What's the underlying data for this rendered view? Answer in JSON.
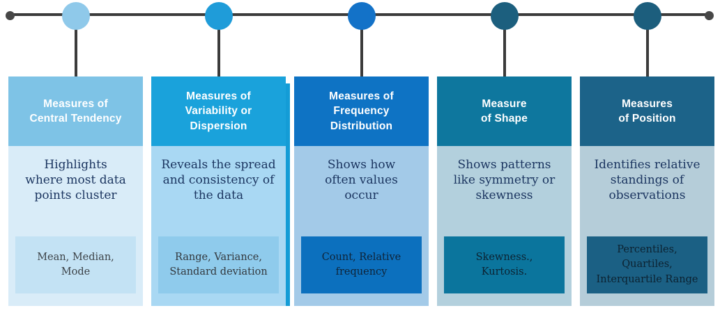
{
  "timeline": {
    "line_color": "#3b3b3b",
    "end_dot_color": "#474747"
  },
  "columns": [
    {
      "id": "central-tendency",
      "title": "Measures of\nCentral Tendency",
      "description": "Highlights\nwhere most data\npoints cluster",
      "examples": "Mean, Median,\nMode",
      "colors": {
        "node": "#8fc9ea",
        "header_bg": "#7ec3e6",
        "header_text": "#ffffff",
        "body_bg": "#d9ecf8",
        "examples_bg": "#c3e2f4",
        "examples_text": "#3c4247",
        "description_text": "#1b3560"
      }
    },
    {
      "id": "variability-dispersion",
      "title": "Measures of\nVariability or\nDispersion",
      "description": "Reveals the spread\nand consistency of\nthe data",
      "examples": "Range, Variance,\nStandard deviation",
      "colors": {
        "node": "#1f9cd9",
        "header_bg": "#1aa2db",
        "header_edge": "#149cd6",
        "header_text": "#ffffff",
        "body_bg": "#a9d8f3",
        "examples_bg": "#8fcbec",
        "examples_text": "#33383d",
        "description_text": "#1b3560"
      }
    },
    {
      "id": "frequency-distribution",
      "title": "Measures of\nFrequency\nDistribution",
      "description": "Shows how\noften values\noccur",
      "examples": "Count, Relative\nfrequency",
      "colors": {
        "node": "#1372c8",
        "header_bg": "#0e73c4",
        "header_text": "#ffffff",
        "body_bg": "#a3cae8",
        "examples_bg": "#0c70be",
        "examples_text": "#0f2337",
        "description_text": "#1b3560"
      }
    },
    {
      "id": "shape",
      "title": "Measure\nof Shape",
      "description": "Shows patterns\nlike symmetry or\nskewness",
      "examples": "Skewness.,\nKurtosis.",
      "colors": {
        "node": "#1c5f7e",
        "header_bg": "#0e779e",
        "header_text": "#ffffff",
        "body_bg": "#b3d0dd",
        "examples_bg": "#0b759d",
        "examples_text": "#0c2231",
        "description_text": "#1b3560"
      }
    },
    {
      "id": "position",
      "title": "Measures\nof Position",
      "description": "Identifies relative\nstandings of\nobservations",
      "examples": "Percentiles,\nQuartiles,\nInterquartile Range",
      "colors": {
        "node": "#1c5e7d",
        "header_bg": "#1c6389",
        "header_text": "#ffffff",
        "body_bg": "#b5cdd9",
        "examples_bg": "#1b6084",
        "examples_text": "#0c2231",
        "description_text": "#1b3560"
      }
    }
  ]
}
